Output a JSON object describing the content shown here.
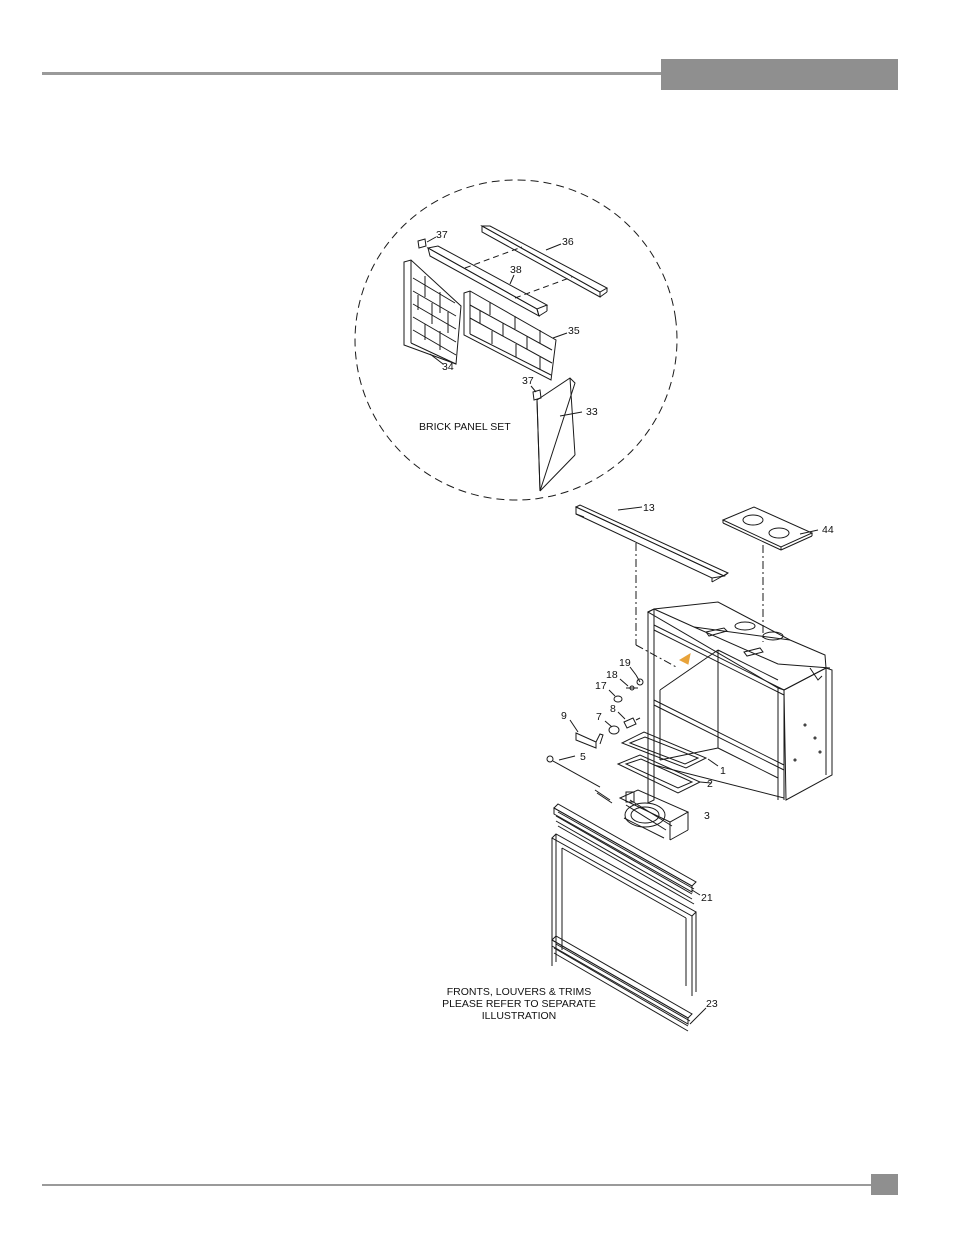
{
  "parts": {
    "p37a": "37",
    "p36": "36",
    "p38": "38",
    "p35": "35",
    "p34": "34",
    "p37b": "37",
    "p33": "33",
    "p13": "13",
    "p44": "44",
    "p19": "19",
    "p18": "18",
    "p17": "17",
    "p9": "9",
    "p7": "7",
    "p8": "8",
    "p5": "5",
    "p1": "1",
    "p2": "2",
    "p3": "3",
    "p21": "21",
    "p23": "23"
  },
  "captions": {
    "brick_panel_set": "BRICK PANEL SET",
    "fronts_line1": "FRONTS, LOUVERS & TRIMS",
    "fronts_line2": "PLEASE REFER TO SEPARATE",
    "fronts_line3": "ILLUSTRATION"
  },
  "colors": {
    "rule": "#9a9a9a",
    "header_block": "#8f8f8f",
    "line_art": "#1a1a1a",
    "accent_arrow": "#e8a33a"
  }
}
